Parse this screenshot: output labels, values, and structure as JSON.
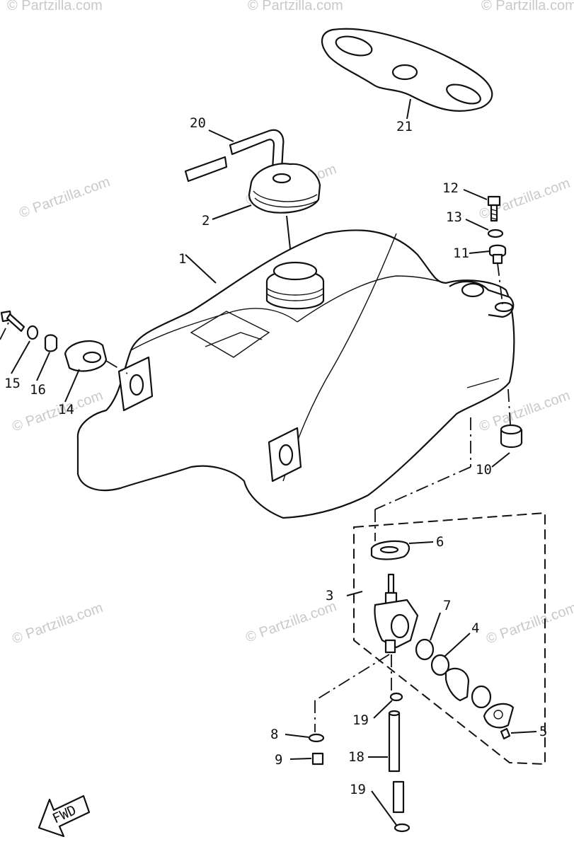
{
  "watermark": "© Partzilla.com",
  "fwd_label": "FWD",
  "callouts": {
    "c1": "1",
    "c2": "2",
    "c3": "3",
    "c4": "4",
    "c5": "5",
    "c6": "6",
    "c7": "7",
    "c8": "8",
    "c9": "9",
    "c10": "10",
    "c11": "11",
    "c12": "12",
    "c13": "13",
    "c14": "14",
    "c15": "15",
    "c16": "16",
    "c18": "18",
    "c19a": "19",
    "c19b": "19",
    "c20": "20",
    "c21": "21"
  },
  "colors": {
    "ink": "#111111",
    "watermark": "#c9c9c9",
    "background": "#ffffff"
  }
}
